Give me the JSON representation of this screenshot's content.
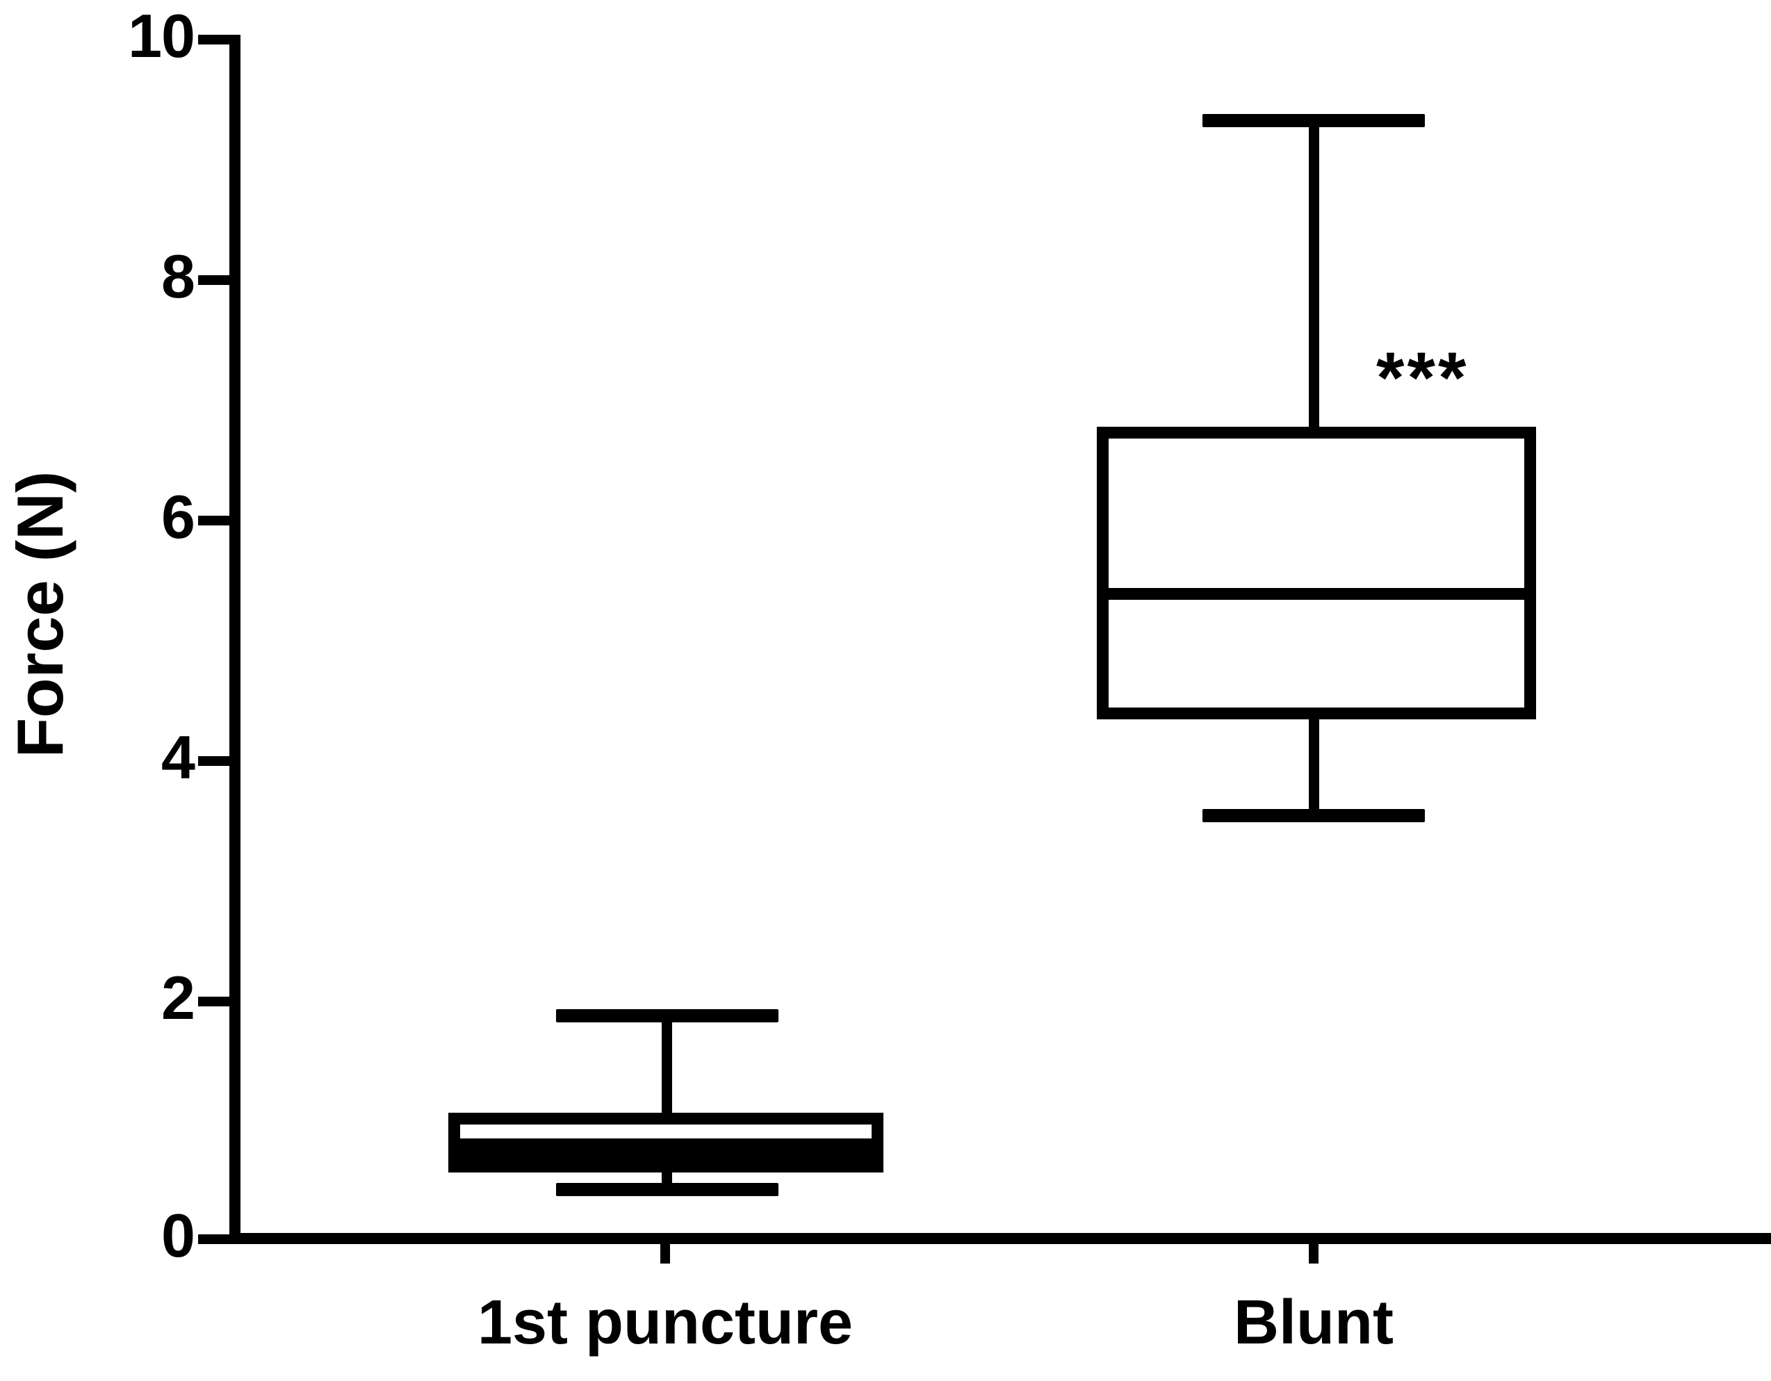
{
  "chart_data": {
    "type": "box",
    "title": "",
    "xlabel": "",
    "ylabel": "Force (N)",
    "ylim": [
      0,
      10
    ],
    "yticks": [
      0,
      2,
      4,
      6,
      8,
      10
    ],
    "ytick_labels": [
      "0",
      "2",
      "4",
      "6",
      "8",
      "10"
    ],
    "grid": false,
    "legend": "none",
    "categories": [
      "1st puncture",
      "Blunt"
    ],
    "boxes": [
      {
        "name": "1st puncture",
        "whisker_low": 0.42,
        "q1": 0.57,
        "median": 0.83,
        "q3": 1.05,
        "whisker_high": 1.87,
        "annotation": ""
      },
      {
        "name": "Blunt",
        "whisker_low": 3.54,
        "q1": 4.43,
        "median": 5.38,
        "q3": 6.77,
        "whisker_high": 9.33,
        "annotation": "***"
      }
    ],
    "annotations": [
      {
        "text": "***",
        "target": "Blunt",
        "meaning": "significance-marker"
      }
    ],
    "colors": {
      "axis": "#000000",
      "box_stroke": "#000000",
      "box_fill": "#ffffff",
      "text": "#000000",
      "background": "#ffffff"
    }
  },
  "axis": {
    "y_label": "Force (N)",
    "y_tick_0": "0",
    "y_tick_2": "2",
    "y_tick_4": "4",
    "y_tick_6": "6",
    "y_tick_8": "8",
    "y_tick_10": "10"
  },
  "x_axis": {
    "cat_1": "1st puncture",
    "cat_2": "Blunt"
  },
  "markers": {
    "significance": "***"
  }
}
